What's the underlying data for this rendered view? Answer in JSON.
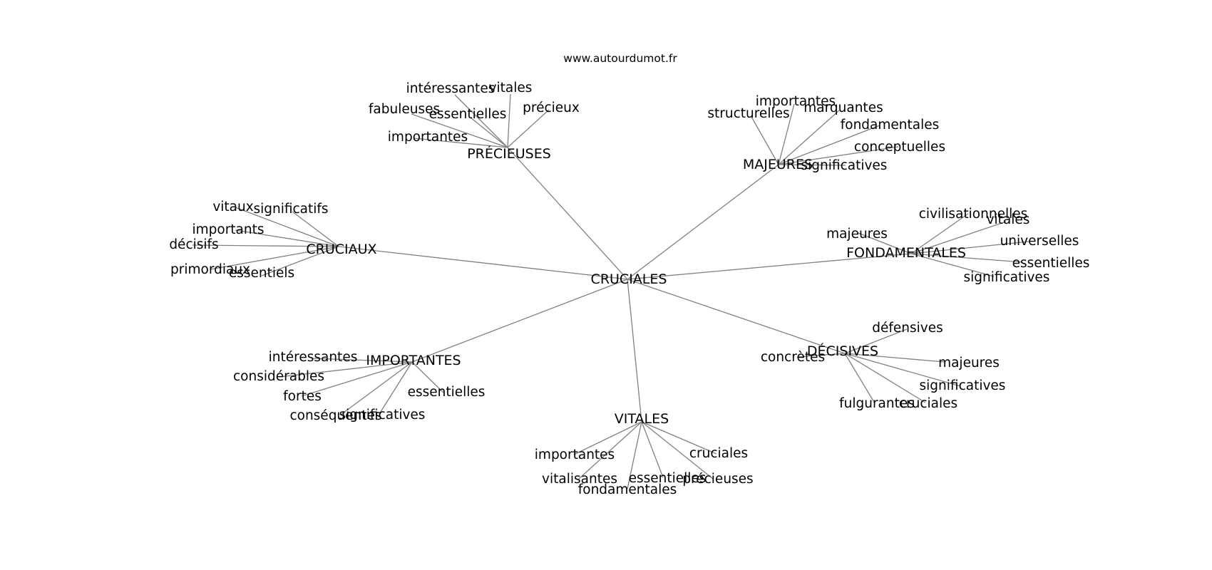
{
  "site": "www.autourdumot.fr",
  "graph": {
    "center": "CRUCIALES",
    "hubs": [
      {
        "label": "PRÉCIEUSES",
        "leaves": [
          "intéressantes",
          "vitales",
          "fabuleuses",
          "essentielles",
          "précieux",
          "importantes"
        ]
      },
      {
        "label": "MAJEURES",
        "leaves": [
          "importantes",
          "structurelles",
          "marquantes",
          "fondamentales",
          "conceptuelles",
          "significatives"
        ]
      },
      {
        "label": "CRUCIAUX",
        "leaves": [
          "vitaux",
          "significatifs",
          "importants",
          "décisifs",
          "primordiaux",
          "essentiels"
        ]
      },
      {
        "label": "FONDAMENTALES",
        "leaves": [
          "civilisationnelles",
          "vitales",
          "majeures",
          "universelles",
          "essentielles",
          "significatives"
        ]
      },
      {
        "label": "DÉCISIVES",
        "leaves": [
          "défensives",
          "concrètes",
          "majeures",
          "significatives",
          "fulgurantes",
          "cruciales"
        ]
      },
      {
        "label": "IMPORTANTES",
        "leaves": [
          "intéressantes",
          "considérables",
          "fortes",
          "essentielles",
          "conséquentes",
          "significatives"
        ]
      },
      {
        "label": "VITALES",
        "leaves": [
          "importantes",
          "cruciales",
          "vitalisantes",
          "essentielles",
          "précieuses",
          "fondamentales"
        ]
      }
    ]
  }
}
